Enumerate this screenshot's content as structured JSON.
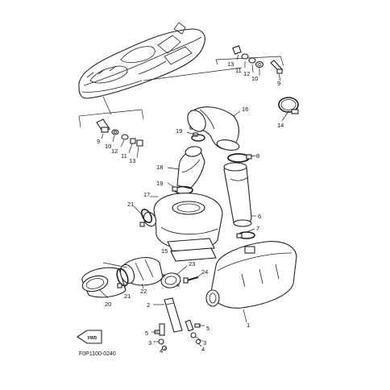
{
  "diagram": {
    "code": "F0P1100-0240",
    "fwd_label": "FWD",
    "labels": {
      "l1": "1",
      "l2": "2",
      "l3a": "3",
      "l3b": "3",
      "l4a": "4",
      "l4b": "4",
      "l5a": "5",
      "l5b": "5",
      "l6": "6",
      "l7": "7",
      "l8": "8",
      "l9a": "9",
      "l9b": "9",
      "l10a": "10",
      "l10b": "10",
      "l11a": "11",
      "l11b": "11",
      "l12a": "12",
      "l12b": "12",
      "l13a": "13",
      "l13b": "13",
      "l14": "14",
      "l15": "15",
      "l16": "16",
      "l17": "17",
      "l18": "18",
      "l19a": "19",
      "l19b": "19",
      "l20": "20",
      "l21a": "21",
      "l21b": "21",
      "l22": "22",
      "l23": "23",
      "l24": "24"
    }
  }
}
